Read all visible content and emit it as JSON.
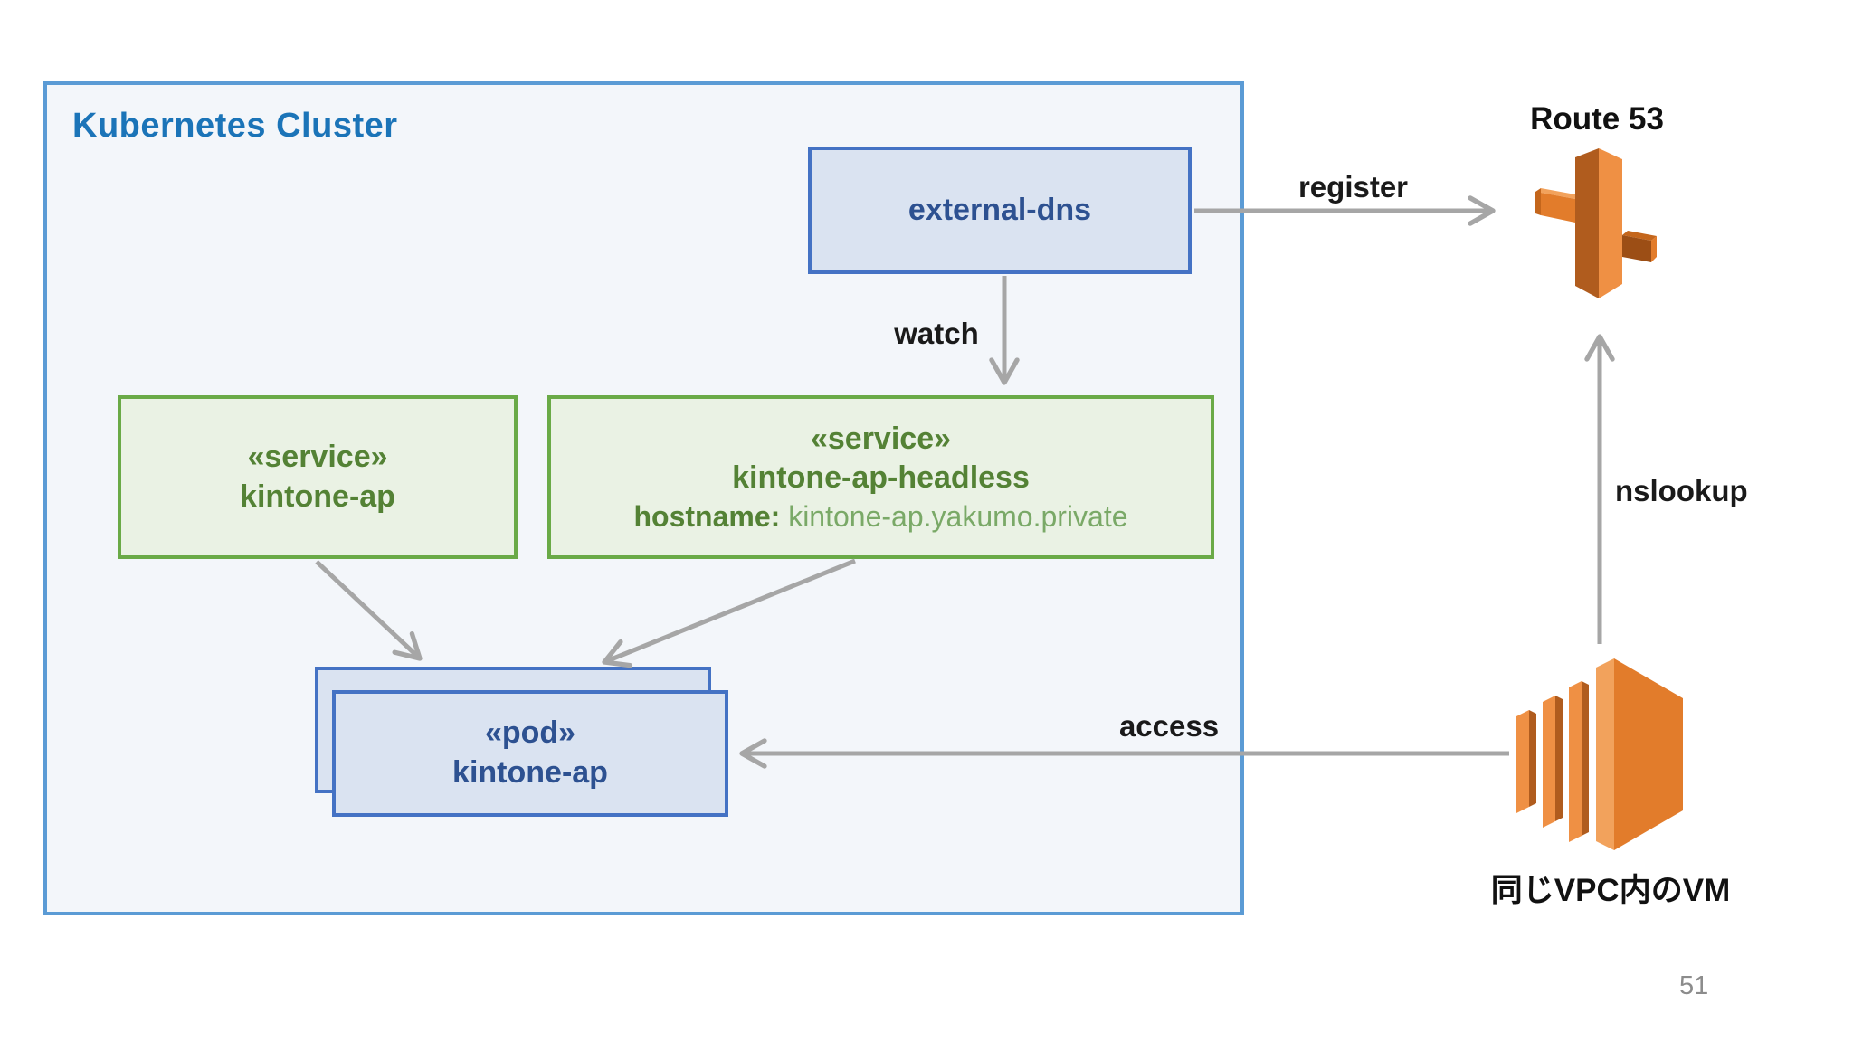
{
  "cluster": {
    "title": "Kubernetes Cluster"
  },
  "nodes": {
    "external_dns": {
      "label": "external-dns"
    },
    "service_kintone_ap": {
      "stereotype": "«service»",
      "name": "kintone-ap"
    },
    "service_kintone_ap_headless": {
      "stereotype": "«service»",
      "name": "kintone-ap-headless",
      "hostname_label": "hostname:",
      "hostname_value": "kintone-ap.yakumo.private"
    },
    "pod_kintone_ap": {
      "stereotype": "«pod»",
      "name": "kintone-ap"
    },
    "route53": {
      "label": "Route 53",
      "icon": "route53-icon"
    },
    "vm": {
      "label": "同じVPC内のVM",
      "icon": "ec2-vm-icon"
    }
  },
  "edges": {
    "register": {
      "label": "register",
      "from": "external-dns",
      "to": "Route 53"
    },
    "watch": {
      "label": "watch",
      "from": "external-dns",
      "to": "kintone-ap-headless"
    },
    "service_to_pod": {
      "label": "",
      "from": "kintone-ap",
      "to": "pod kintone-ap"
    },
    "headless_to_pod": {
      "label": "",
      "from": "kintone-ap-headless",
      "to": "pod kintone-ap"
    },
    "access": {
      "label": "access",
      "from": "VM",
      "to": "pod kintone-ap"
    },
    "nslookup": {
      "label": "nslookup",
      "from": "VM",
      "to": "Route 53"
    }
  },
  "page": {
    "number": "51"
  },
  "colors": {
    "cluster_border": "#5b9bd5",
    "cluster_fill": "#f3f6fa",
    "cluster_title_text": "#1b74b8",
    "blue_node_border": "#4472c4",
    "blue_node_fill": "#dae3f1",
    "blue_node_text": "#2d5191",
    "green_node_border": "#6aaa47",
    "green_node_fill": "#eaf2e4",
    "green_node_text": "#548235",
    "green_value_text": "#7aa967",
    "arrow": "#a6a6a6",
    "label_text": "#1a1a1a",
    "aws_orange_light": "#ef9044",
    "aws_orange_mid": "#e27c2b",
    "aws_orange_dark": "#b05c1e",
    "page_number_text": "#8c8c8c"
  }
}
